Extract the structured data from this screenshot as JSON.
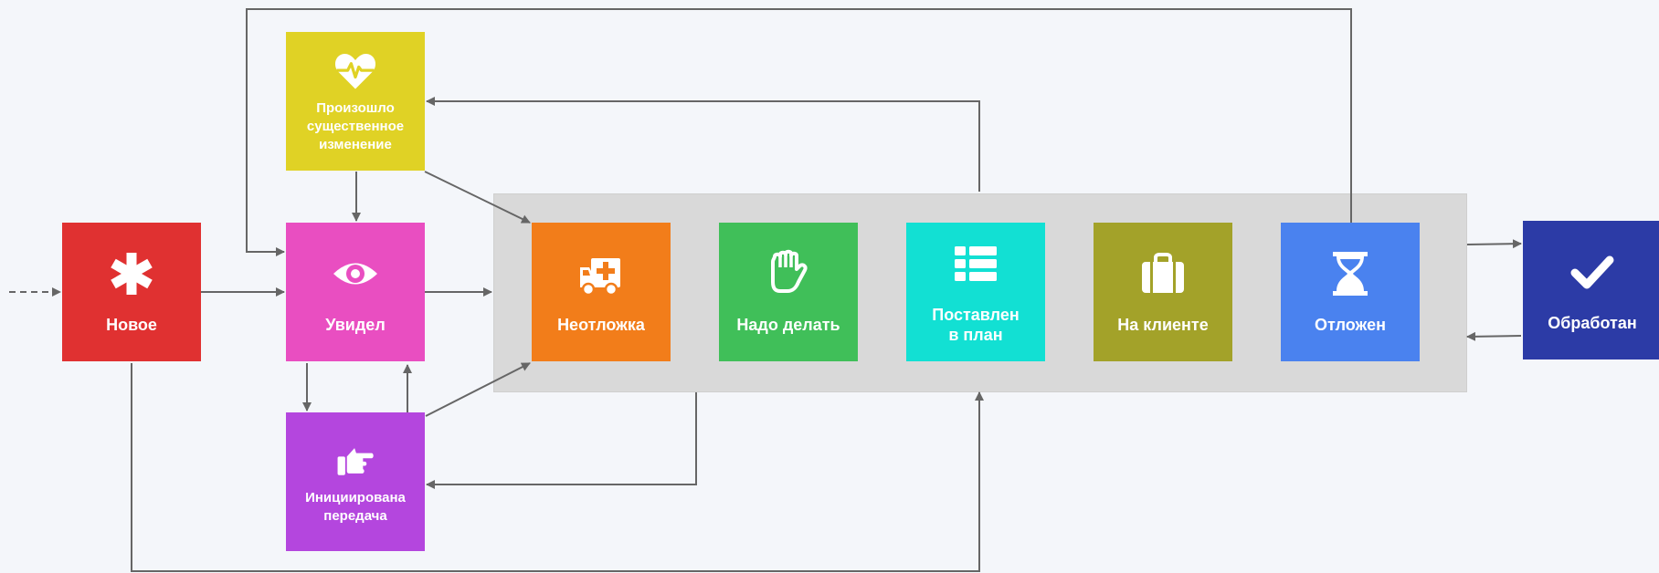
{
  "diagram": {
    "colors": {
      "new": "#e03131",
      "seen": "#e94ec1",
      "change": "#e0d225",
      "transfer": "#b446de",
      "urgent": "#f27d1a",
      "todo": "#40bf59",
      "planned": "#12e0d3",
      "client": "#a3a229",
      "postponed": "#4a82ef",
      "done": "#2c3ba6",
      "group_background": "#d9d9d9",
      "arrow": "#666666"
    },
    "nodes": {
      "new": {
        "label": "Новое",
        "icon": "asterisk-icon"
      },
      "seen": {
        "label": "Увидел",
        "icon": "eye-icon"
      },
      "change": {
        "label": "Произошло\nсущественное\nизменение",
        "icon": "heartbeat-icon"
      },
      "transfer": {
        "label": "Инициирована\nпередача",
        "icon": "pointing-hand-icon"
      },
      "urgent": {
        "label": "Неотложка",
        "icon": "ambulance-icon"
      },
      "todo": {
        "label": "Надо делать",
        "icon": "fist-icon"
      },
      "planned": {
        "label": "Поставлен\nв план",
        "icon": "list-icon"
      },
      "client": {
        "label": "На клиенте",
        "icon": "briefcase-icon"
      },
      "postponed": {
        "label": "Отложен",
        "icon": "hourglass-icon"
      },
      "done": {
        "label": "Обработан",
        "icon": "checkmark-icon"
      }
    }
  }
}
